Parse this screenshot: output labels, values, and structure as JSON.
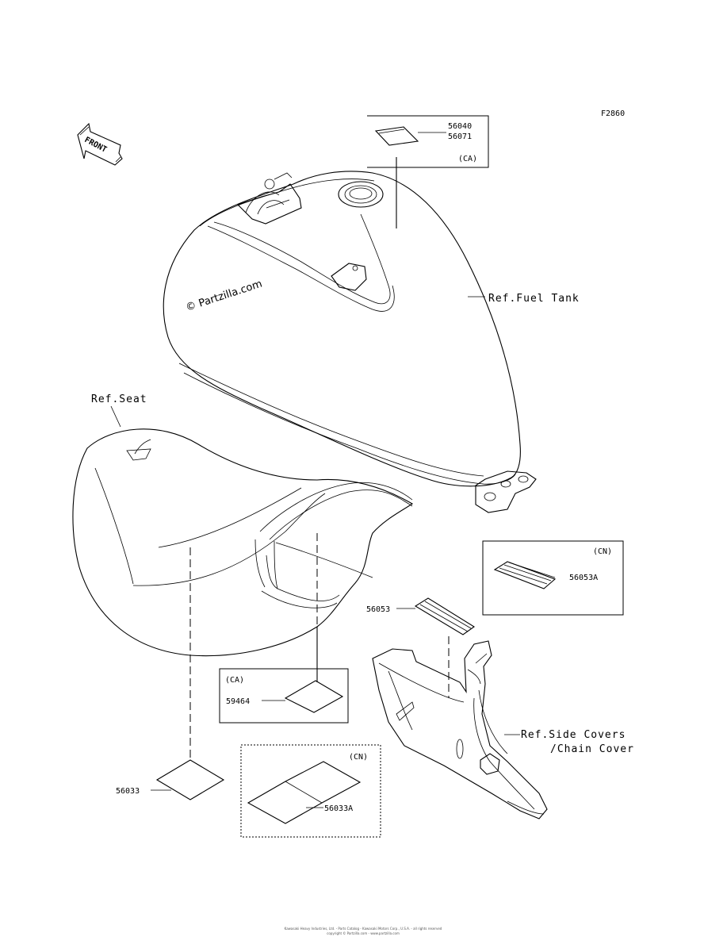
{
  "diagram": {
    "figure_code": "F2860",
    "front_marker": "FRONT",
    "watermark": "© Partzilla.com",
    "footer_lines": [
      "Kawasaki Heavy Industries, Ltd. - Parts Catalog - Kawasaki Motors Corp., U.S.A. - all rights reserved",
      "copyright © Partzilla.com - www.partzilla.com"
    ],
    "references": {
      "fuel_tank": "Ref.Fuel Tank",
      "seat": "Ref.Seat",
      "side_covers_line1": "Ref.Side Covers",
      "side_covers_line2": "/Chain Cover"
    },
    "part_numbers": {
      "p56040": "56040",
      "p56071": "56071",
      "p56053A": "56053A",
      "p56053": "56053",
      "p59464": "59464",
      "p56033": "56033",
      "p56033A": "56033A"
    },
    "region_codes": {
      "tank_label_box": "(CA)",
      "cn_box_top": "(CN)",
      "ca_box_seat": "(CA)",
      "cn_box_bottom": "(CN)"
    }
  }
}
